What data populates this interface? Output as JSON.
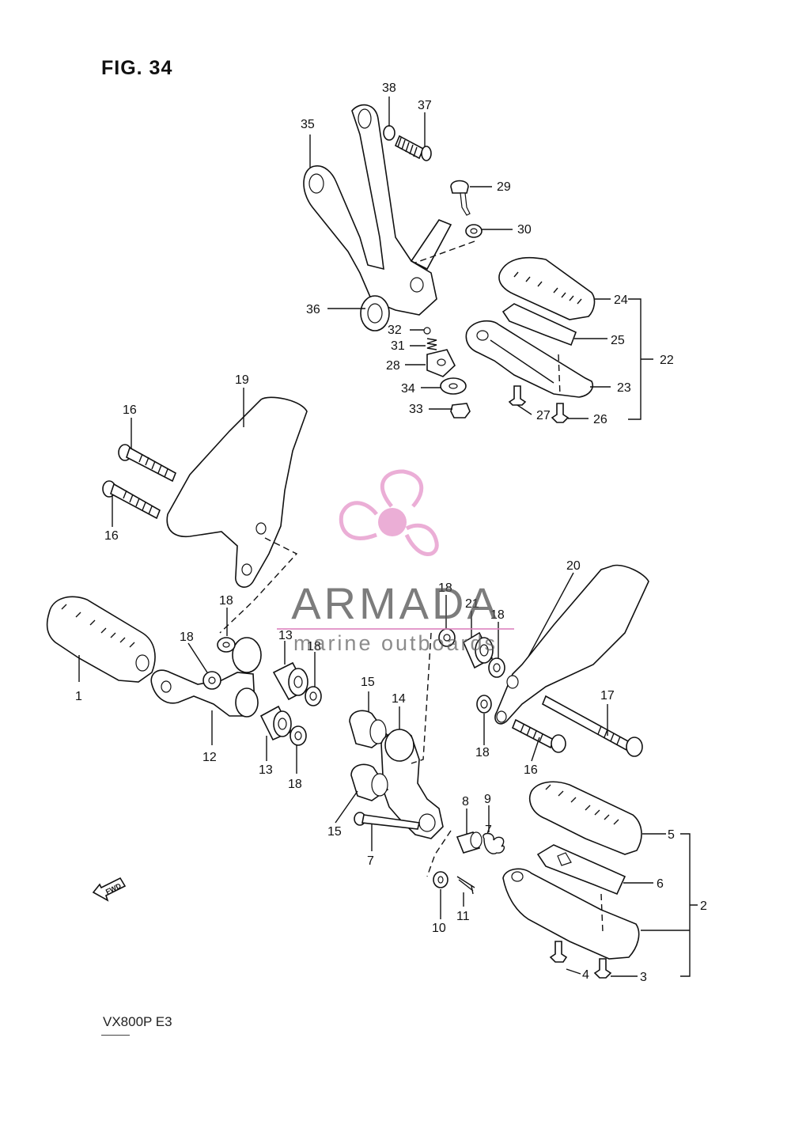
{
  "figure": {
    "title": "FIG. 34",
    "model": "VX800P  E3"
  },
  "watermark": {
    "brand": "ARMADA",
    "tagline": "marine outboards",
    "accent_color": "#e8a0d0",
    "logo_icon": "propeller-icon"
  },
  "direction_marker": {
    "label": "FWD",
    "icon": "forward-arrow-icon"
  },
  "callouts": [
    {
      "id": "1",
      "label": "1"
    },
    {
      "id": "2",
      "label": "2"
    },
    {
      "id": "3",
      "label": "3"
    },
    {
      "id": "4",
      "label": "4"
    },
    {
      "id": "5",
      "label": "5"
    },
    {
      "id": "6",
      "label": "6"
    },
    {
      "id": "7a",
      "label": "7"
    },
    {
      "id": "7b",
      "label": "7"
    },
    {
      "id": "8",
      "label": "8"
    },
    {
      "id": "9",
      "label": "9"
    },
    {
      "id": "10",
      "label": "10"
    },
    {
      "id": "11",
      "label": "11"
    },
    {
      "id": "12",
      "label": "12"
    },
    {
      "id": "13a",
      "label": "13"
    },
    {
      "id": "13b",
      "label": "13"
    },
    {
      "id": "14",
      "label": "14"
    },
    {
      "id": "15a",
      "label": "15"
    },
    {
      "id": "15b",
      "label": "15"
    },
    {
      "id": "16a",
      "label": "16"
    },
    {
      "id": "16b",
      "label": "16"
    },
    {
      "id": "16c",
      "label": "16"
    },
    {
      "id": "17",
      "label": "17"
    },
    {
      "id": "18a",
      "label": "18"
    },
    {
      "id": "18b",
      "label": "18"
    },
    {
      "id": "18c",
      "label": "18"
    },
    {
      "id": "18d",
      "label": "18"
    },
    {
      "id": "18e",
      "label": "18"
    },
    {
      "id": "18f",
      "label": "18"
    },
    {
      "id": "18g",
      "label": "18"
    },
    {
      "id": "19",
      "label": "19"
    },
    {
      "id": "20",
      "label": "20"
    },
    {
      "id": "21",
      "label": "21"
    },
    {
      "id": "22",
      "label": "22"
    },
    {
      "id": "23",
      "label": "23"
    },
    {
      "id": "24",
      "label": "24"
    },
    {
      "id": "25",
      "label": "25"
    },
    {
      "id": "26",
      "label": "26"
    },
    {
      "id": "27",
      "label": "27"
    },
    {
      "id": "28",
      "label": "28"
    },
    {
      "id": "29",
      "label": "29"
    },
    {
      "id": "30",
      "label": "30"
    },
    {
      "id": "31",
      "label": "31"
    },
    {
      "id": "32",
      "label": "32"
    },
    {
      "id": "33",
      "label": "33"
    },
    {
      "id": "34",
      "label": "34"
    },
    {
      "id": "35",
      "label": "35"
    },
    {
      "id": "36",
      "label": "36"
    },
    {
      "id": "37",
      "label": "37"
    },
    {
      "id": "38",
      "label": "38"
    }
  ]
}
